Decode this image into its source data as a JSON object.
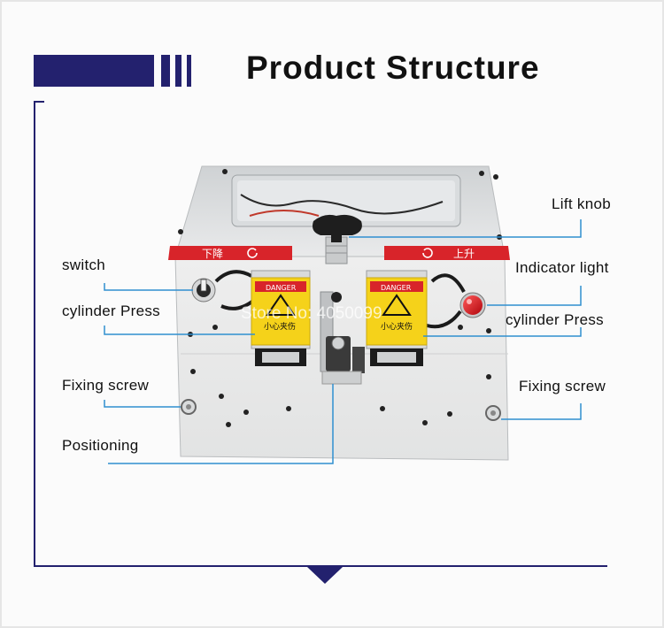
{
  "header": {
    "title": "Product Structure"
  },
  "labels": {
    "lift_knob": "Lift knob",
    "indicator_light": "Indicator light",
    "switch": "switch",
    "cylinder_press_left": "cylinder Press",
    "cylinder_press_right": "cylinder Press",
    "fixing_screw_left": "Fixing screw",
    "fixing_screw_right": "Fixing screw",
    "positioning": "Positioning"
  },
  "machine": {
    "panel_left_text": "下降",
    "panel_right_text": "上升",
    "warning_left_header": "DANGER",
    "warning_right_header": "DANGER",
    "warning_left_text": "小心夹伤",
    "warning_right_text": "小心夹伤",
    "watermark": "Store No: 4050099"
  },
  "colors": {
    "brand": "#23216e",
    "callout": "#2f8fd0",
    "warning_red": "#d8242a",
    "warning_yellow": "#f5d21a",
    "indicator_red": "#d8141c"
  }
}
